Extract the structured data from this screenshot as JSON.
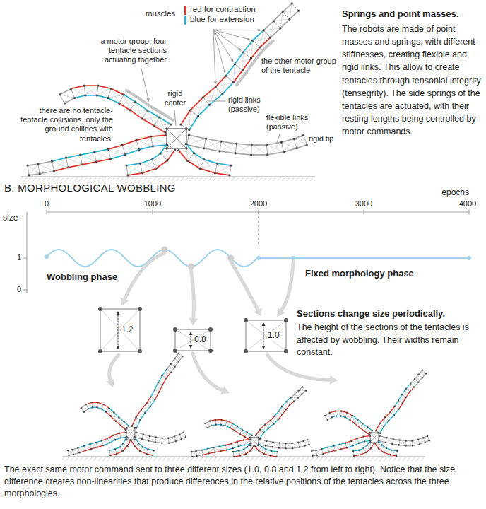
{
  "diagram": {
    "title": "B. MORPHOLOGICAL WOBBLING",
    "caption": "The exact same motor command sent to three different sizes (1.0, 0.8 and 1.2 from left to right). Notice that the size difference creates non-linearities that produce differences in the relative positions of the tentacles across the three morphologies.",
    "nodes": [
      {
        "text": [
          "1.2"
        ]
      },
      {
        "text": [
          "0.8"
        ]
      },
      {
        "text": [
          "1.0"
        ]
      }
    ],
    "labels": [
      "muscles",
      "a motor group: four tentacle sections actuating together",
      "the other motor group of the tentacle",
      "rigid center",
      "rigid links (passive)",
      "flexible links (passive)",
      "rigid tip",
      "there are no tentacle-tentacle collisions, only the ground collides with tentacles.",
      "Springs and point masses.",
      "The robots are made of point masses and springs, with different stiffnesses, creating flexible and rigid links. This allow to create tentacles through tensonial integrity (tensegrity). The side springs of the tentacles are actuated, with their resting lengths being controlled by motor commands.",
      "epochs",
      "0",
      "1000",
      "2000",
      "3000",
      "4000",
      "size",
      "1",
      "0",
      "Wobbling phase",
      "Fixed morphology phase",
      "Sections change size periodically.",
      "The height of the sections of the tentacles is affected by wobbling. Their widths remain constant."
    ],
    "legend": [
      {
        "text": "red for contraction",
        "color": "#e2332b"
      },
      {
        "text": "blue for extension",
        "color": "#29b6d6"
      }
    ]
  }
}
